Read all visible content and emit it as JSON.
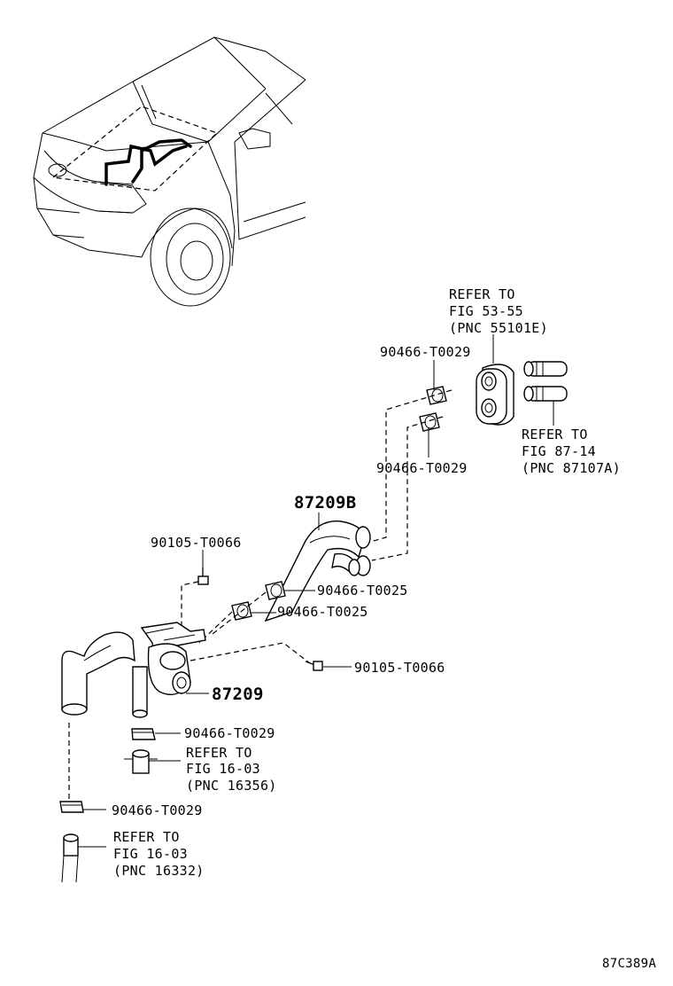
{
  "diagram_code": "87C389A",
  "parts": {
    "hose_b": "87209B",
    "hose": "87209",
    "bolt_top": "90105-T0066",
    "bolt_right": "90105-T0066",
    "clamp_top_upper": "90466-T0029",
    "clamp_top_lower": "90466-T0029",
    "clamp_mid_upper": "90466-T0025",
    "clamp_mid_lower": "90466-T0025",
    "clamp_low_right": "90466-T0029",
    "clamp_low_left": "90466-T0029"
  },
  "references": {
    "ref_55101E": {
      "l1": "REFER TO",
      "l2": "FIG 53-55",
      "l3": "(PNC 55101E)"
    },
    "ref_87107A": {
      "l1": "REFER TO",
      "l2": "FIG 87-14",
      "l3": "(PNC 87107A)"
    },
    "ref_16356": {
      "l1": "REFER TO",
      "l2": "FIG 16-03",
      "l3": "(PNC 16356)"
    },
    "ref_16332": {
      "l1": "REFER TO",
      "l2": "FIG 16-03",
      "l3": "(PNC 16332)"
    }
  }
}
